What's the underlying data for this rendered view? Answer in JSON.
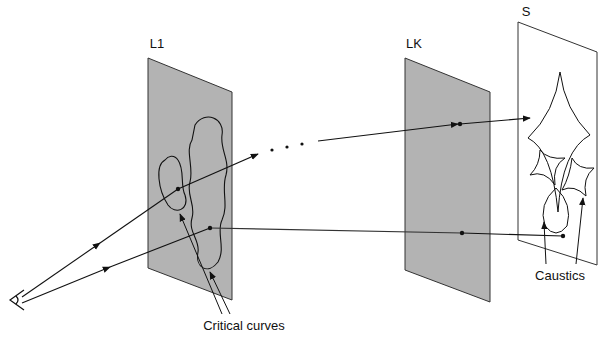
{
  "diagram": {
    "labels": [
      "L1",
      "LK",
      "S",
      "Critical curves",
      "Caustics"
    ]
  }
}
